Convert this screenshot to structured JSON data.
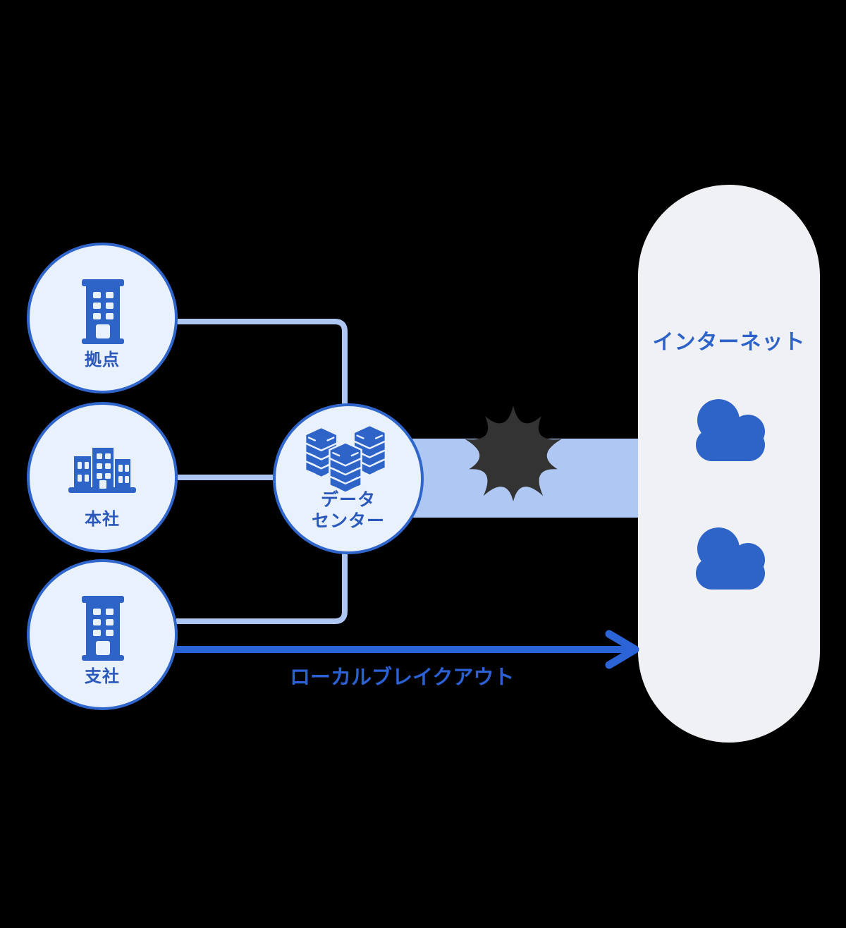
{
  "nodes": {
    "kyoten": {
      "label": "拠点"
    },
    "honsha": {
      "label": "本社"
    },
    "shisha": {
      "label": "支社"
    },
    "datacenter": {
      "line1": "データ",
      "line2": "センター"
    },
    "internet": {
      "label": "インターネット"
    }
  },
  "labels": {
    "local_breakout": "ローカルブレイクアウト"
  },
  "icons": {
    "branch": "building-icon",
    "headquarters": "city-icon",
    "datacenter": "server-stack-icon",
    "internet": "cloud-icon",
    "congestion": "burst-icon",
    "breakout_flow": "arrow-right-icon"
  },
  "colors": {
    "icon_blue": "#2e63c8",
    "label_blue": "#2a58bb",
    "arrow_blue": "#2b64d6",
    "connector_light": "#adc6f2",
    "band_light": "#aec7f3",
    "node_fill": "#e9f1fd",
    "node_border": "#3066cb",
    "panel_gray": "#eff1f4",
    "burst_dark": "#333333",
    "background": "#000000"
  }
}
